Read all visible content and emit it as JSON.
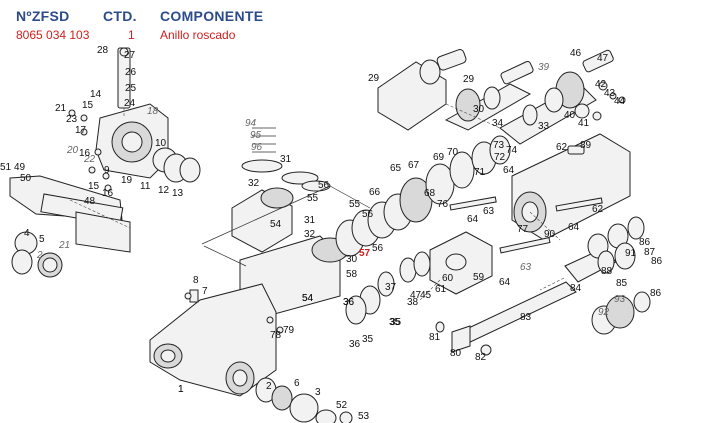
{
  "header": {
    "col_ref": "NºZFSD",
    "col_qty": "CTD.",
    "col_comp": "COMPONENTE"
  },
  "selected_part": {
    "ref": "8065 034 103",
    "qty": "1",
    "name": "Anillo roscado"
  },
  "labels": [
    {
      "num": "28"
    },
    {
      "num": "27"
    },
    {
      "num": "26"
    },
    {
      "num": "25"
    },
    {
      "num": "24"
    },
    {
      "num": "14"
    },
    {
      "num": "15"
    },
    {
      "num": "21"
    },
    {
      "num": "23"
    },
    {
      "num": "17"
    },
    {
      "num": "18"
    },
    {
      "num": "20"
    },
    {
      "num": "22"
    },
    {
      "num": "10"
    },
    {
      "num": "16"
    },
    {
      "num": "9"
    },
    {
      "num": "19"
    },
    {
      "num": "11"
    },
    {
      "num": "12"
    },
    {
      "num": "13"
    },
    {
      "num": "15"
    },
    {
      "num": "16"
    },
    {
      "num": "51"
    },
    {
      "num": "49"
    },
    {
      "num": "50"
    },
    {
      "num": "48"
    },
    {
      "num": "4"
    },
    {
      "num": "5"
    },
    {
      "num": "2"
    },
    {
      "num": "21"
    },
    {
      "num": "29"
    },
    {
      "num": "29"
    },
    {
      "num": "30"
    },
    {
      "num": "39"
    },
    {
      "num": "46"
    },
    {
      "num": "47"
    },
    {
      "num": "42"
    },
    {
      "num": "43"
    },
    {
      "num": "44"
    },
    {
      "num": "40"
    },
    {
      "num": "41"
    },
    {
      "num": "34"
    },
    {
      "num": "33"
    },
    {
      "num": "94"
    },
    {
      "num": "95"
    },
    {
      "num": "96"
    },
    {
      "num": "31"
    },
    {
      "num": "32"
    },
    {
      "num": "56"
    },
    {
      "num": "55"
    },
    {
      "num": "54"
    },
    {
      "num": "65"
    },
    {
      "num": "67"
    },
    {
      "num": "69"
    },
    {
      "num": "70"
    },
    {
      "num": "66"
    },
    {
      "num": "68"
    },
    {
      "num": "71"
    },
    {
      "num": "72"
    },
    {
      "num": "73"
    },
    {
      "num": "74"
    },
    {
      "num": "64"
    },
    {
      "num": "62"
    },
    {
      "num": "89"
    },
    {
      "num": "76"
    },
    {
      "num": "64"
    },
    {
      "num": "63"
    },
    {
      "num": "62"
    },
    {
      "num": "55"
    },
    {
      "num": "56"
    },
    {
      "num": "31"
    },
    {
      "num": "32"
    },
    {
      "num": "54"
    },
    {
      "num": "57"
    },
    {
      "num": "56"
    },
    {
      "num": "30"
    },
    {
      "num": "58"
    },
    {
      "num": "77"
    },
    {
      "num": "90"
    },
    {
      "num": "64"
    },
    {
      "num": "86"
    },
    {
      "num": "91"
    },
    {
      "num": "87"
    },
    {
      "num": "86"
    },
    {
      "num": "85"
    },
    {
      "num": "88"
    },
    {
      "num": "84"
    },
    {
      "num": "93"
    },
    {
      "num": "86"
    },
    {
      "num": "92"
    },
    {
      "num": "59"
    },
    {
      "num": "60"
    },
    {
      "num": "61"
    },
    {
      "num": "37"
    },
    {
      "num": "45"
    },
    {
      "num": "47"
    },
    {
      "num": "38"
    },
    {
      "num": "35"
    },
    {
      "num": "36"
    },
    {
      "num": "1"
    },
    {
      "num": "36"
    },
    {
      "num": "35"
    },
    {
      "num": "63"
    },
    {
      "num": "64"
    },
    {
      "num": "83"
    },
    {
      "num": "81"
    },
    {
      "num": "80"
    },
    {
      "num": "82"
    },
    {
      "num": "8"
    },
    {
      "num": "7"
    },
    {
      "num": "54"
    },
    {
      "num": "78"
    },
    {
      "num": "79"
    },
    {
      "num": "1"
    },
    {
      "num": "2"
    },
    {
      "num": "6"
    },
    {
      "num": "3"
    },
    {
      "num": "52"
    },
    {
      "num": "53"
    },
    {
      "num": "36"
    },
    {
      "num": "35"
    }
  ]
}
